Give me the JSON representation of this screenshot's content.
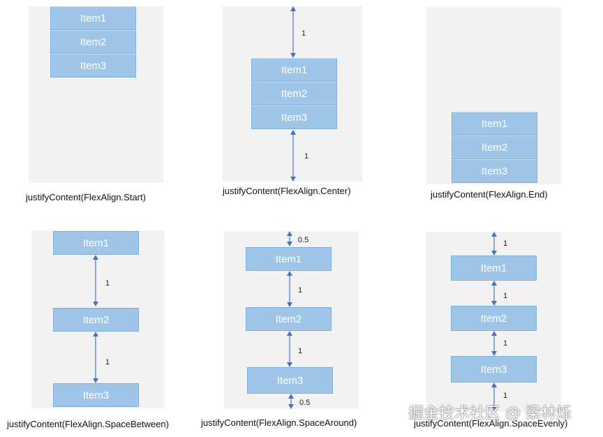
{
  "items": [
    "Item1",
    "Item2",
    "Item3"
  ],
  "panels": {
    "start": {
      "caption": "justifyContent(FlexAlign.Start)"
    },
    "center": {
      "caption": "justifyContent(FlexAlign.Center)",
      "labels": [
        "1",
        "1"
      ]
    },
    "end": {
      "caption": "justifyContent(FlexAlign.End)"
    },
    "between": {
      "caption": "justifyContent(FlexAlign.SpaceBetween)",
      "labels": [
        "1",
        "1"
      ]
    },
    "around": {
      "caption": "justifyContent(FlexAlign.SpaceAround)",
      "labels": [
        "0.5",
        "1",
        "1",
        "0.5"
      ]
    },
    "evenly": {
      "caption": "justifyContent(FlexAlign.SpaceEvenly)",
      "labels": [
        "1",
        "1",
        "1",
        "1"
      ]
    }
  },
  "watermark": "掘金技术社区 @ 梁林烁",
  "colors": {
    "panel": "#f2f2f2",
    "item": "#9fc5e8",
    "arrow": "#4472c4"
  }
}
